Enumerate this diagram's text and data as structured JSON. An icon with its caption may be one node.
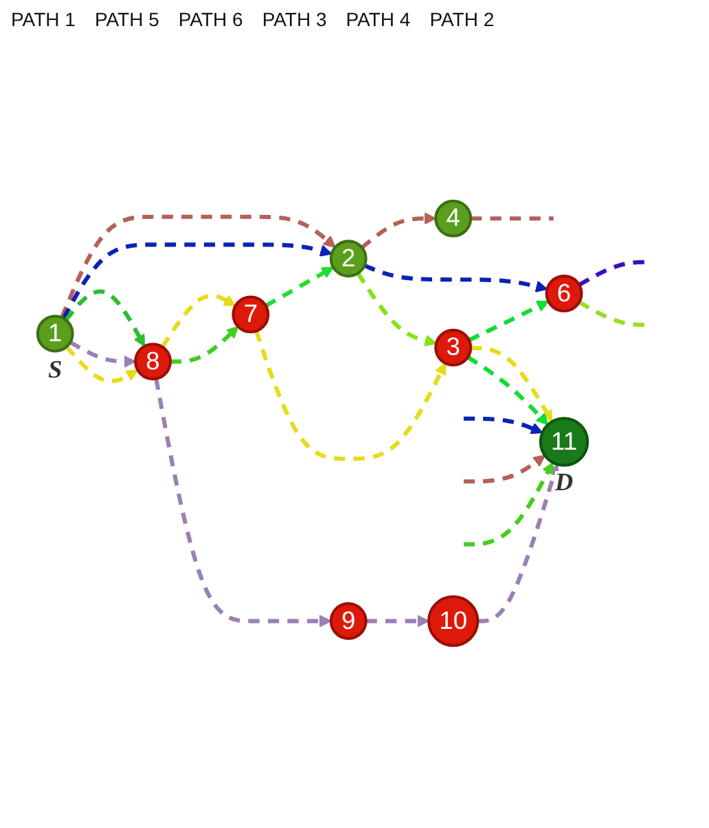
{
  "diagram": {
    "nodes": [
      {
        "text": [
          "1"
        ],
        "beside": [
          "S"
        ]
      },
      {
        "text": [
          "2"
        ]
      },
      {
        "text": [
          "3"
        ]
      },
      {
        "text": [
          "4"
        ]
      },
      {
        "text": [
          "6"
        ]
      },
      {
        "text": [
          "7"
        ]
      },
      {
        "text": [
          "8"
        ]
      },
      {
        "text": [
          "9"
        ]
      },
      {
        "text": [
          "10"
        ]
      },
      {
        "text": [
          "11"
        ],
        "beside": [
          "D"
        ]
      }
    ],
    "edges": [
      {
        "from": 0,
        "to": 1,
        "arrow": "to",
        "style": "dashed",
        "color": "#b5605a"
      },
      {
        "from": 0,
        "to": 1,
        "arrow": "to",
        "style": "dashed",
        "color": "#0a22b5"
      },
      {
        "from": 1,
        "to": 3,
        "arrow": "to",
        "style": "dashed",
        "color": "#b5605a"
      },
      {
        "from": 1,
        "to": 4,
        "arrow": "to",
        "style": "dashed",
        "color": "#0a22b5"
      },
      {
        "from": 0,
        "to": 6,
        "arrow": "to",
        "style": "dashed",
        "color": "#2dbd2d"
      },
      {
        "from": 0,
        "to": 6,
        "arrow": "to",
        "style": "dashed",
        "color": "#9b80b5"
      },
      {
        "from": 0,
        "to": 6,
        "arrow": "to",
        "style": "dashed",
        "color": "#e6dc1a"
      },
      {
        "from": 6,
        "to": 5,
        "arrow": "to",
        "style": "dashed",
        "color": "#e6dc1a"
      },
      {
        "from": 6,
        "to": 5,
        "arrow": "to",
        "style": "dashed",
        "color": "#44cc22"
      },
      {
        "from": 5,
        "to": 1,
        "arrow": "to",
        "style": "dashed",
        "color": "#22dd33"
      },
      {
        "from": 1,
        "to": 2,
        "arrow": "to",
        "style": "dashed",
        "color": "#88e01a"
      },
      {
        "from": 5,
        "to": 2,
        "arrow": "to",
        "style": "dashed",
        "color": "#e6dc1a"
      },
      {
        "from": 2,
        "to": 4,
        "arrow": "to",
        "style": "dashed",
        "color": "#11dd33"
      },
      {
        "from": 6,
        "to": 7,
        "arrow": "to",
        "style": "dashed",
        "color": "#9b80b5"
      },
      {
        "from": 7,
        "to": 8,
        "arrow": "to",
        "style": "dashed",
        "color": "#9b80b5"
      },
      {
        "from": 8,
        "to": 9,
        "arrow": "to",
        "style": "dashed",
        "color": "#9b80b5"
      },
      {
        "from": 2,
        "to": 9,
        "arrow": "to",
        "style": "dashed",
        "color": "#e6dc1a"
      },
      {
        "from": 2,
        "to": 9,
        "arrow": "to",
        "style": "dashed",
        "color": "#11dd33"
      },
      {
        "from": 3,
        "to": null,
        "arrow": "none",
        "style": "dashed",
        "color": "#b5605a"
      },
      {
        "from": 4,
        "to": null,
        "arrow": "none",
        "style": "dashed",
        "color": "#3a10c0"
      },
      {
        "from": 4,
        "to": null,
        "arrow": "none",
        "style": "dashed",
        "color": "#99dd22"
      },
      {
        "from": null,
        "to": 9,
        "arrow": "to",
        "style": "dashed",
        "color": "#0a22b5"
      },
      {
        "from": null,
        "to": 9,
        "arrow": "to",
        "style": "dashed",
        "color": "#b5605a"
      },
      {
        "from": null,
        "to": 9,
        "arrow": "to",
        "style": "dashed",
        "color": "#44cc22"
      }
    ],
    "labels": [
      "PATH 1",
      "PATH 5",
      "PATH 6",
      "PATH 3",
      "PATH 4",
      "PATH 2"
    ]
  }
}
